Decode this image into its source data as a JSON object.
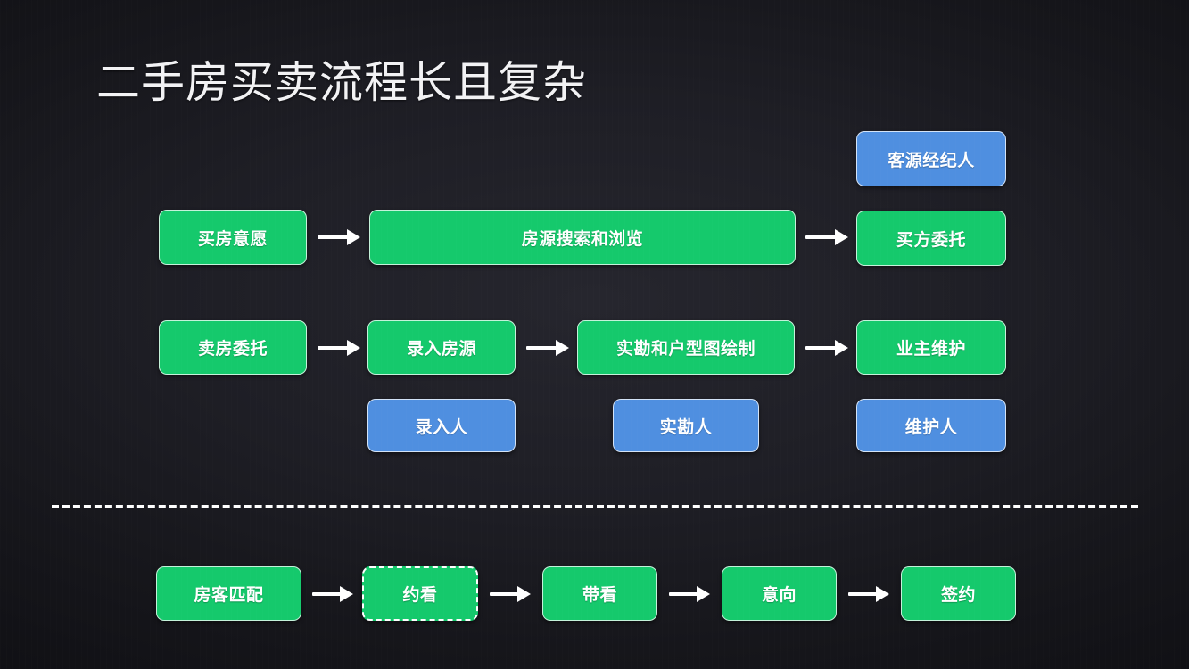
{
  "slide": {
    "title": "二手房买卖流程长且复杂",
    "background_color": "#1e1e25",
    "accent_green": "#15c96c",
    "accent_blue": "#4f8fe0"
  },
  "flow": {
    "row1": {
      "role_above": {
        "label": "客源经纪人",
        "color": "#4f8fe0"
      },
      "steps": [
        {
          "label": "买房意愿",
          "color": "#15c96c"
        },
        {
          "label": "房源搜索和浏览",
          "color": "#15c96c"
        },
        {
          "label": "买方委托",
          "color": "#15c96c"
        }
      ]
    },
    "row2": {
      "steps": [
        {
          "label": "卖房委托",
          "color": "#15c96c"
        },
        {
          "label": "录入房源",
          "color": "#15c96c"
        },
        {
          "label": "实勘和户型图绘制",
          "color": "#15c96c"
        },
        {
          "label": "业主维护",
          "color": "#15c96c"
        }
      ],
      "roles_below": [
        {
          "label": "录入人",
          "color": "#4f8fe0"
        },
        {
          "label": "实勘人",
          "color": "#4f8fe0"
        },
        {
          "label": "维护人",
          "color": "#4f8fe0"
        }
      ]
    },
    "row3": {
      "steps": [
        {
          "label": "房客匹配",
          "color": "#15c96c",
          "selected": false
        },
        {
          "label": "约看",
          "color": "#15c96c",
          "selected": true
        },
        {
          "label": "带看",
          "color": "#15c96c",
          "selected": false
        },
        {
          "label": "意向",
          "color": "#15c96c",
          "selected": false
        },
        {
          "label": "签约",
          "color": "#15c96c",
          "selected": false
        }
      ]
    }
  }
}
